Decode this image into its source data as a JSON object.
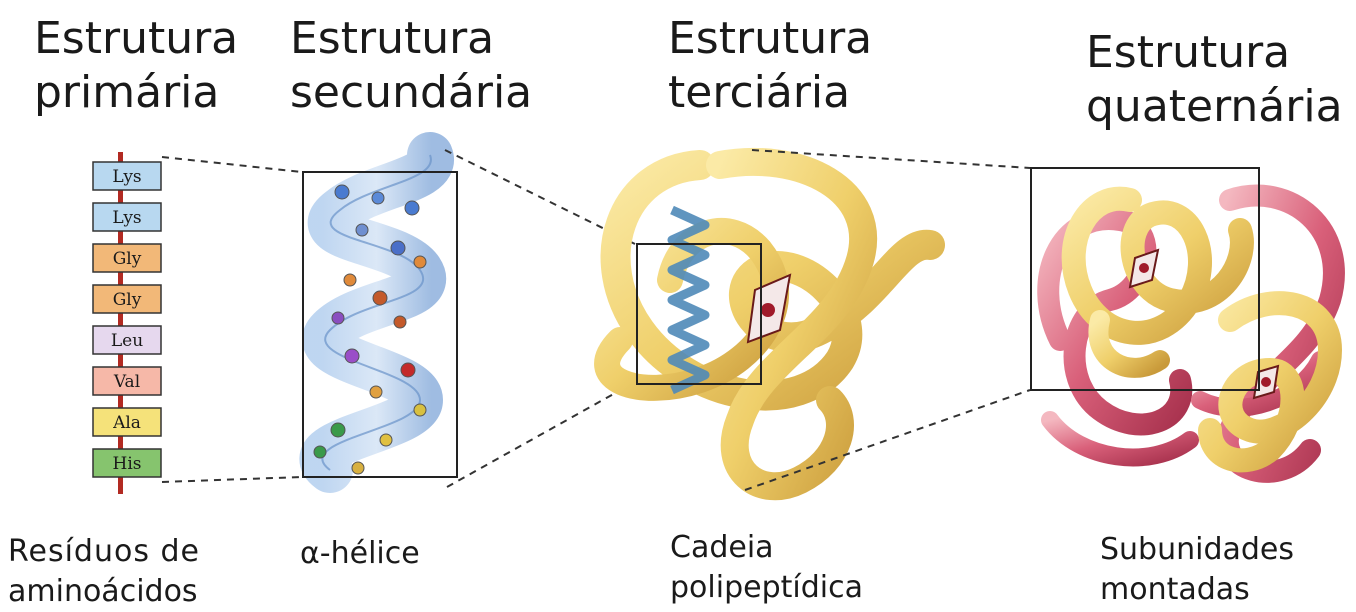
{
  "levels": [
    {
      "title_line1": "Estrutura",
      "title_line2": "primária",
      "caption_line1": "Resíduos de",
      "caption_line2": "aminoácidos"
    },
    {
      "title_line1": "Estrutura",
      "title_line2": "secundária",
      "caption_line1": "α-hélice",
      "caption_line2": ""
    },
    {
      "title_line1": "Estrutura",
      "title_line2": "terciária",
      "caption_line1": "Cadeia",
      "caption_line2": "polipeptídica"
    },
    {
      "title_line1": "Estrutura",
      "title_line2": "quaternária",
      "caption_line1": "Subunidades",
      "caption_line2": "montadas"
    }
  ],
  "residues": [
    {
      "label": "Lys",
      "color": "#b8d8f0"
    },
    {
      "label": "Lys",
      "color": "#b8d8f0"
    },
    {
      "label": "Gly",
      "color": "#f2b878"
    },
    {
      "label": "Gly",
      "color": "#f2b878"
    },
    {
      "label": "Leu",
      "color": "#e6d8ee"
    },
    {
      "label": "Val",
      "color": "#f6b8a8"
    },
    {
      "label": "Ala",
      "color": "#f5e27a"
    },
    {
      "label": "His",
      "color": "#86c46e"
    }
  ],
  "colors": {
    "backbone": "#b22a22",
    "helix_ribbon": "#8fb4e0",
    "tertiary_ribbon": "#f0d77c",
    "quaternary_subunit_b": "#d9607a"
  }
}
